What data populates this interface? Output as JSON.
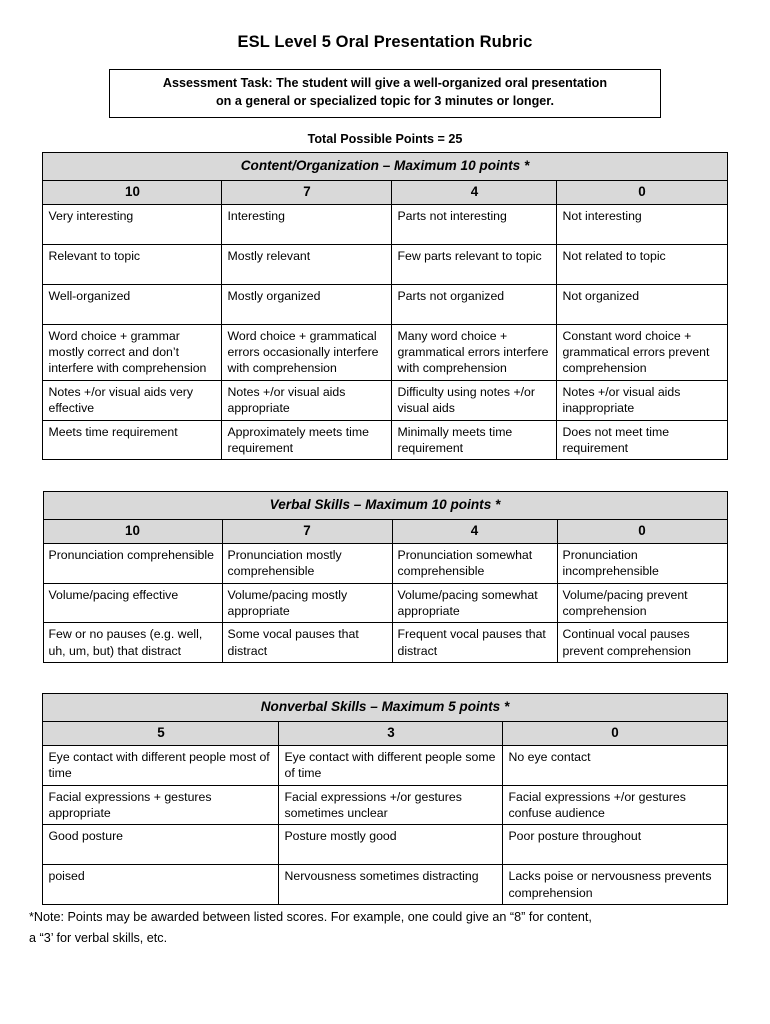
{
  "document": {
    "title": "ESL Level 5 Oral Presentation Rubric",
    "assessment_task": "Assessment Task:  The student will give a well-organized oral presentation on a general or specialized topic for 3 minutes or longer.",
    "assessment_task_line1": "Assessment Task:  The student will give a well-organized oral presentation",
    "assessment_task_line2": "on a general or specialized topic for 3 minutes or longer.",
    "total_possible_points": "Total Possible Points = 25",
    "footnote_line1": "*Note:  Points may be awarded between listed scores. For example, one could give an “8” for content,",
    "footnote_line2": "a “3’ for verbal skills, etc.",
    "header_fill_color": "#d9d9d9",
    "border_color": "#000000"
  },
  "sections": [
    {
      "title": "Content/Organization – Maximum 10 points *",
      "score_headers": [
        "10",
        "7",
        "4",
        "0"
      ],
      "rows": [
        [
          "Very interesting",
          "Interesting",
          "Parts not  interesting",
          "Not interesting"
        ],
        [
          "Relevant to topic",
          "Mostly relevant",
          "Few parts relevant to topic",
          "Not related to topic"
        ],
        [
          "Well-organized",
          "Mostly organized",
          "Parts not organized",
          "Not organized"
        ],
        [
          "Word choice + grammar mostly correct and don’t interfere with comprehension",
          "Word choice + grammatical errors occasionally interfere with comprehension",
          "Many word choice + grammatical errors interfere with comprehension",
          "Constant word choice + grammatical errors prevent comprehension"
        ],
        [
          "Notes +/or visual aids very effective",
          "Notes +/or visual aids appropriate",
          "Difficulty using notes +/or visual aids",
          "Notes +/or visual aids inappropriate"
        ],
        [
          "Meets time requirement",
          "Approximately meets time requirement",
          "Minimally meets time requirement",
          "Does not meet time requirement"
        ]
      ]
    },
    {
      "title": "Verbal Skills – Maximum 10 points *",
      "score_headers": [
        "10",
        "7",
        "4",
        "0"
      ],
      "rows": [
        [
          "Pronunciation comprehensible",
          "Pronunciation mostly comprehensible",
          "Pronunciation somewhat comprehensible",
          "Pronunciation incomprehensible"
        ],
        [
          "Volume/pacing effective",
          "Volume/pacing mostly appropriate",
          "Volume/pacing somewhat appropriate",
          "Volume/pacing prevent comprehension"
        ],
        [
          "Few or no pauses (e.g. well, uh, um, but) that distract",
          "Some vocal pauses that  distract",
          "Frequent vocal pauses that distract",
          "Continual vocal pauses prevent comprehension"
        ]
      ]
    },
    {
      "title": "Nonverbal Skills – Maximum 5 points *",
      "score_headers": [
        "5",
        "3",
        "0"
      ],
      "rows": [
        [
          "Eye contact with different people most of time",
          "Eye contact with different people some of time",
          "No eye contact"
        ],
        [
          "Facial expressions + gestures appropriate",
          "Facial expressions +/or gestures sometimes unclear",
          "Facial expressions +/or gestures confuse audience"
        ],
        [
          "Good posture",
          "Posture mostly good",
          "Poor posture throughout"
        ],
        [
          "poised",
          "Nervousness sometimes distracting",
          "Lacks poise or nervousness prevents comprehension"
        ]
      ]
    }
  ]
}
